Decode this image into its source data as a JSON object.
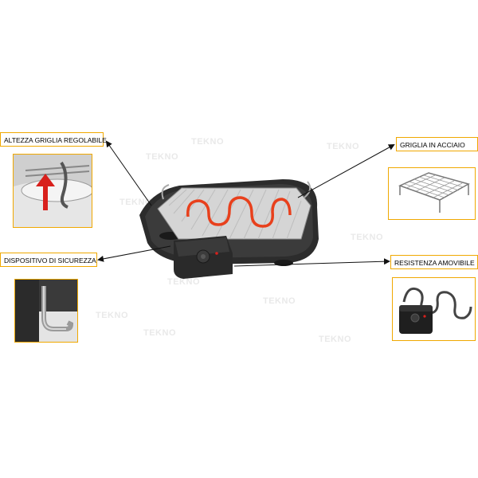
{
  "callouts": {
    "height": "ALTEZZA GRIGLIA REGOLABILE",
    "grill": "GRIGLIA IN ACCIAIO",
    "safety": "DISPOSITIVO DI SICUREZZA",
    "element": "RESISTENZA AMOVIBILE"
  },
  "watermark": "TEKNO",
  "colors": {
    "accent": "#f0a800",
    "heating": "#e8401c",
    "arrow": "#d8201c"
  }
}
